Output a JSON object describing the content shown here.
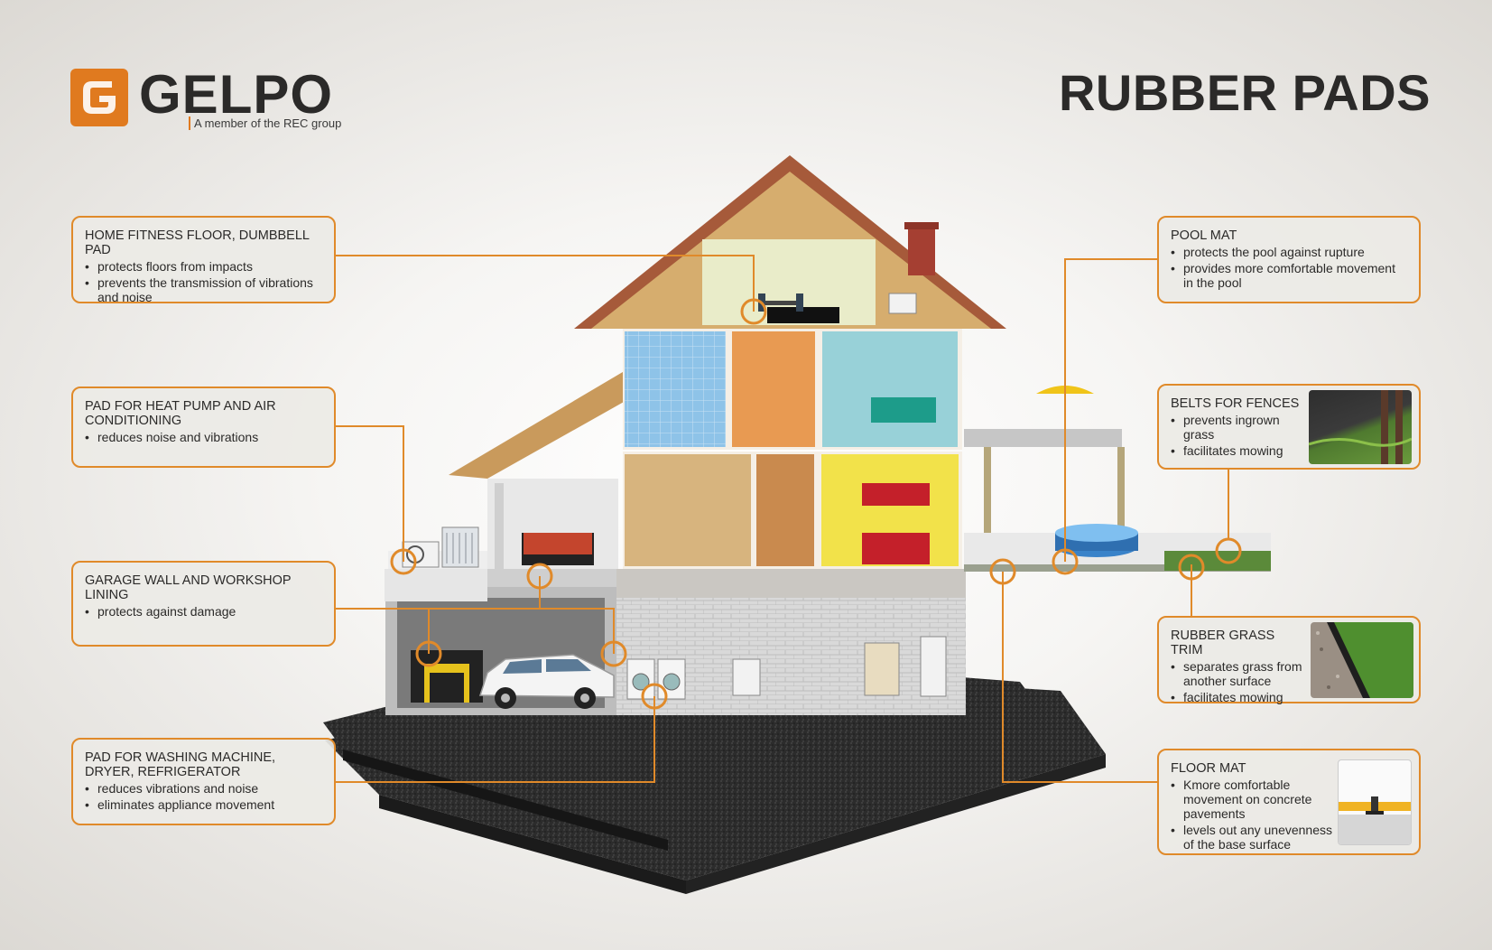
{
  "brand": {
    "name": "GELPO",
    "tagline": "A member of the REC group",
    "accent_color": "#e07a1f"
  },
  "title": "RUBBER PADS",
  "callouts": {
    "fitness": {
      "title": "HOME FITNESS FLOOR, DUMBBELL PAD",
      "items": [
        "protects floors from impacts",
        "prevents the transmission of vibrations and noise"
      ]
    },
    "heatpump": {
      "title": "PAD FOR HEAT PUMP AND AIR CONDITIONING",
      "items": [
        "reduces noise and vibrations"
      ]
    },
    "garage": {
      "title": "GARAGE WALL AND WORKSHOP LINING",
      "items": [
        "protects against damage"
      ]
    },
    "washing": {
      "title": "PAD FOR WASHING MACHINE, DRYER, REFRIGERATOR",
      "items": [
        "reduces vibrations and noise",
        "eliminates appliance movement"
      ]
    },
    "pool": {
      "title": "POOL MAT",
      "items": [
        "protects the pool against rupture",
        "provides more comfortable movement in the pool"
      ]
    },
    "fences": {
      "title": "BELTS FOR FENCES",
      "items": [
        "prevents ingrown grass",
        "facilitates mowing"
      ]
    },
    "grass": {
      "title": "RUBBER GRASS TRIM",
      "items": [
        "separates grass from another surface",
        "facilitates mowing"
      ]
    },
    "floor": {
      "title": "FLOOR MAT",
      "items": [
        "Kmore comfortable movement on concrete pavements",
        "levels out any unevenness of the base surface"
      ]
    }
  },
  "colors": {
    "leader_line": "#e08a2a",
    "rubber_pad": "#2a2a2a",
    "roof": "#c99a5c"
  },
  "icons": [
    "logo-g-icon",
    "dumbbell-icon",
    "air-conditioner-icon",
    "car-icon",
    "washing-machine-icon",
    "pool-icon"
  ]
}
